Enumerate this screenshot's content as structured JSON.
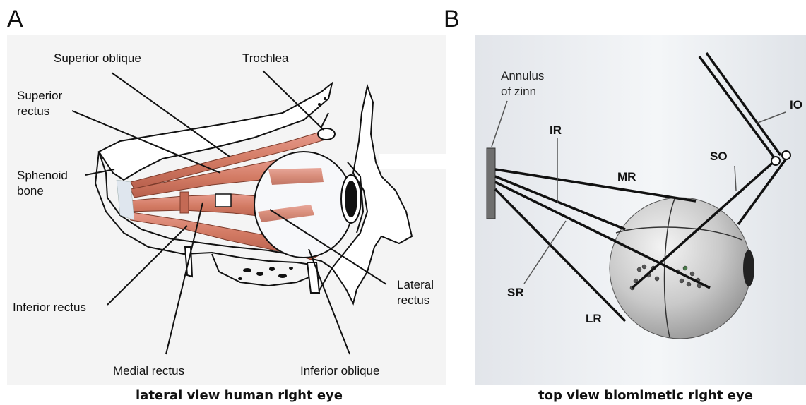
{
  "panel_a": {
    "letter": "A",
    "caption": "lateral view human right eye",
    "labels": {
      "superior_oblique": "Superior oblique",
      "trochlea": "Trochlea",
      "superior_rectus_1": "Superior",
      "superior_rectus_2": "rectus",
      "sphenoid_1": "Sphenoid",
      "sphenoid_2": "bone",
      "lateral_rectus_1": "Lateral",
      "lateral_rectus_2": "rectus",
      "inferior_rectus": "Inferior rectus",
      "medial_rectus": "Medial rectus",
      "inferior_oblique": "Inferior oblique"
    }
  },
  "panel_b": {
    "letter": "B",
    "caption": "top view biomimetic right eye",
    "labels": {
      "annulus_1": "Annulus",
      "annulus_2": "of zinn",
      "ir": "IR",
      "mr": "MR",
      "so": "SO",
      "io": "IO",
      "sr": "SR",
      "lr": "LR"
    }
  },
  "colors": {
    "muscle": "#d9826a",
    "muscle_dark": "#b85a45",
    "tendon": "#dfe6ee",
    "bone_fill": "#ffffff",
    "panel_a_bg": "#f4f4f4",
    "sphere": "#d8d8d8"
  }
}
